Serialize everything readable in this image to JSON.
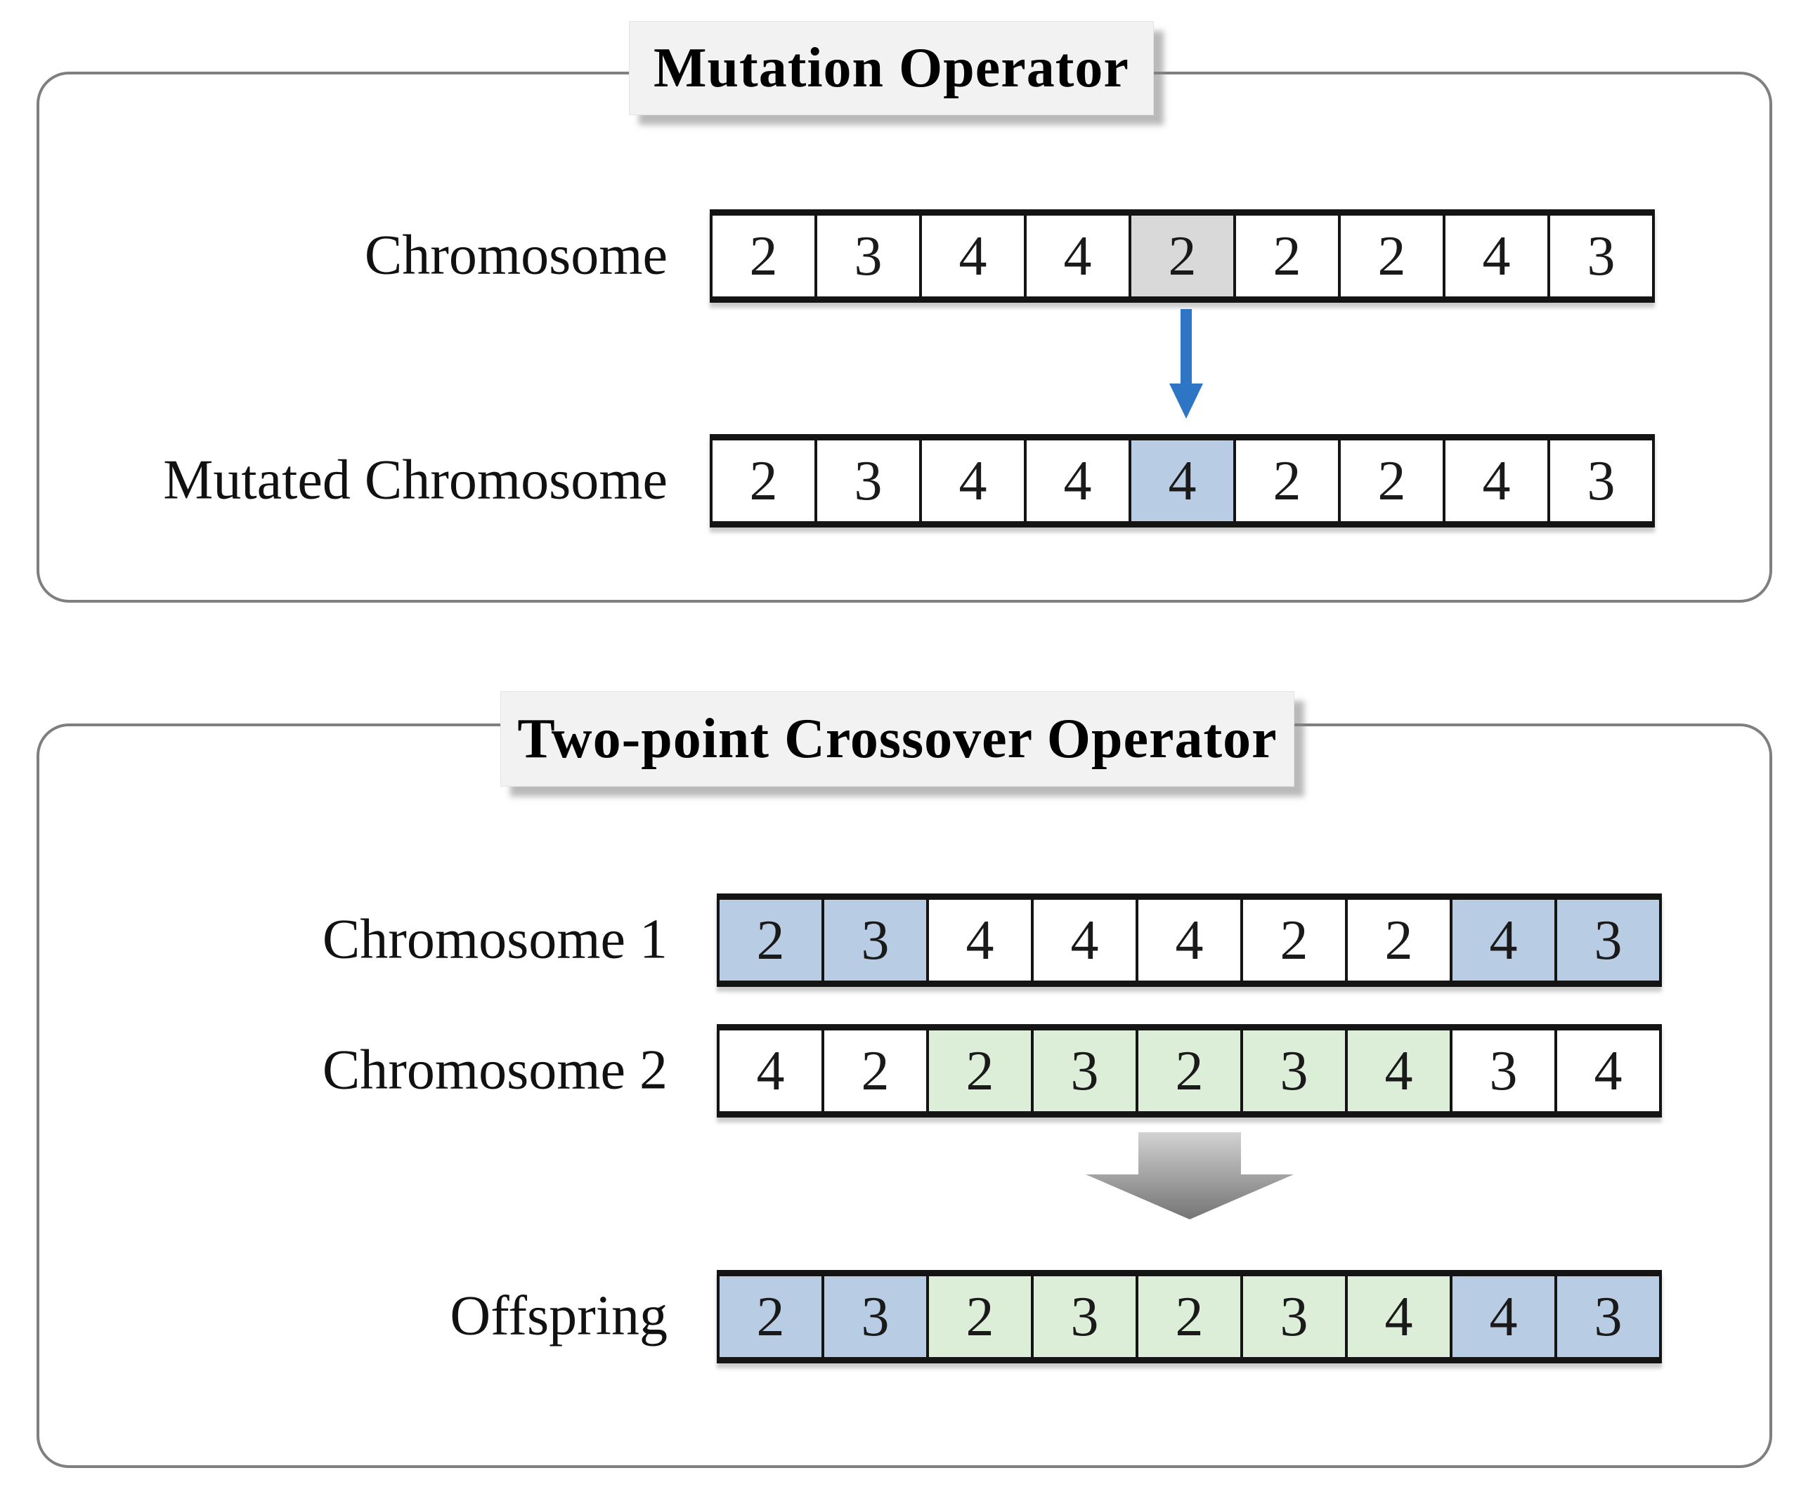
{
  "colors": {
    "highlight_blue": "#b8cce4",
    "highlight_green": "#dcedd8",
    "highlight_gray": "#d9d9d9",
    "arrow_blue": "#2e75c6",
    "panel_border": "#7f7f7f"
  },
  "mutation": {
    "title": "Mutation Operator",
    "rows": {
      "original": {
        "label": "Chromosome",
        "values": [
          "2",
          "3",
          "4",
          "4",
          "2",
          "2",
          "2",
          "4",
          "3"
        ],
        "marks": [
          "",
          "",
          "",
          "",
          "gray",
          "",
          "",
          "",
          ""
        ]
      },
      "mutated": {
        "label": "Mutated Chromosome",
        "values": [
          "2",
          "3",
          "4",
          "4",
          "4",
          "2",
          "2",
          "4",
          "3"
        ],
        "marks": [
          "",
          "",
          "",
          "",
          "blue",
          "",
          "",
          "",
          ""
        ]
      }
    }
  },
  "crossover": {
    "title": "Two-point Crossover Operator",
    "rows": {
      "parent1": {
        "label": "Chromosome 1",
        "values": [
          "2",
          "3",
          "4",
          "4",
          "4",
          "2",
          "2",
          "4",
          "3"
        ],
        "marks": [
          "blue",
          "blue",
          "",
          "",
          "",
          "",
          "",
          "blue",
          "blue"
        ]
      },
      "parent2": {
        "label": "Chromosome 2",
        "values": [
          "4",
          "2",
          "2",
          "3",
          "2",
          "3",
          "4",
          "3",
          "4"
        ],
        "marks": [
          "",
          "",
          "green",
          "green",
          "green",
          "green",
          "green",
          "",
          ""
        ]
      },
      "offspring": {
        "label": "Offspring",
        "values": [
          "2",
          "3",
          "2",
          "3",
          "2",
          "3",
          "4",
          "4",
          "3"
        ],
        "marks": [
          "blue",
          "blue",
          "green",
          "green",
          "green",
          "green",
          "green",
          "blue",
          "blue"
        ]
      }
    }
  }
}
